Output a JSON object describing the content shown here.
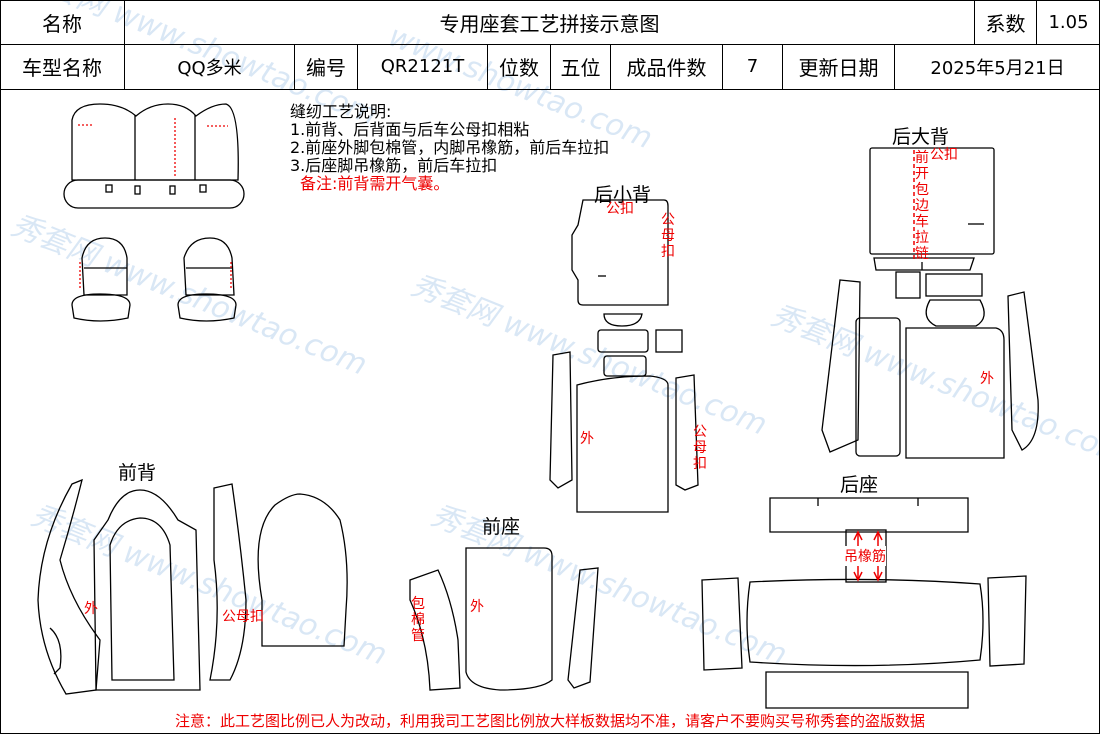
{
  "header": {
    "name_label": "名称",
    "title": "专用座套工艺拼接示意图",
    "coef_label": "系数",
    "coef_value": "1.05",
    "model_label": "车型名称",
    "model_value": "QQ多米",
    "code_label": "编号",
    "code_value": "QR2121T",
    "seats_label": "位数",
    "seats_value": "五位",
    "pieces_label": "成品件数",
    "pieces_value": "7",
    "date_label": "更新日期",
    "date_value": "2025年5月21日"
  },
  "notes": {
    "heading": "缝纫工艺说明:",
    "items": [
      "1.前背、后背面与后车公母扣相粘",
      "2.前座外脚包棉管，内脚吊橡筋，前后车拉扣",
      "3.后座脚吊橡筋，前后车拉扣"
    ],
    "remark": "备注:前背需开气囊。"
  },
  "sections": {
    "rear_big_back": "后大背",
    "rear_small_back": "后小背",
    "front_back": "前背",
    "front_seat": "前座",
    "rear_seat": "后座"
  },
  "annotations": {
    "gongkou": "公扣",
    "gongmukou": "公母扣",
    "wai": "外",
    "front_open_zipper": "前开包边车拉链",
    "bao_mian_guan": "包棉管",
    "diao_xiang_jin": "吊橡筋"
  },
  "footer": "注意：此工艺图比例已人为改动，利用我司工艺图比例放大样板数据均不准，请客户不要购买号称秀套的盗版数据",
  "colors": {
    "annotation": "#e00000",
    "line": "#000000"
  }
}
